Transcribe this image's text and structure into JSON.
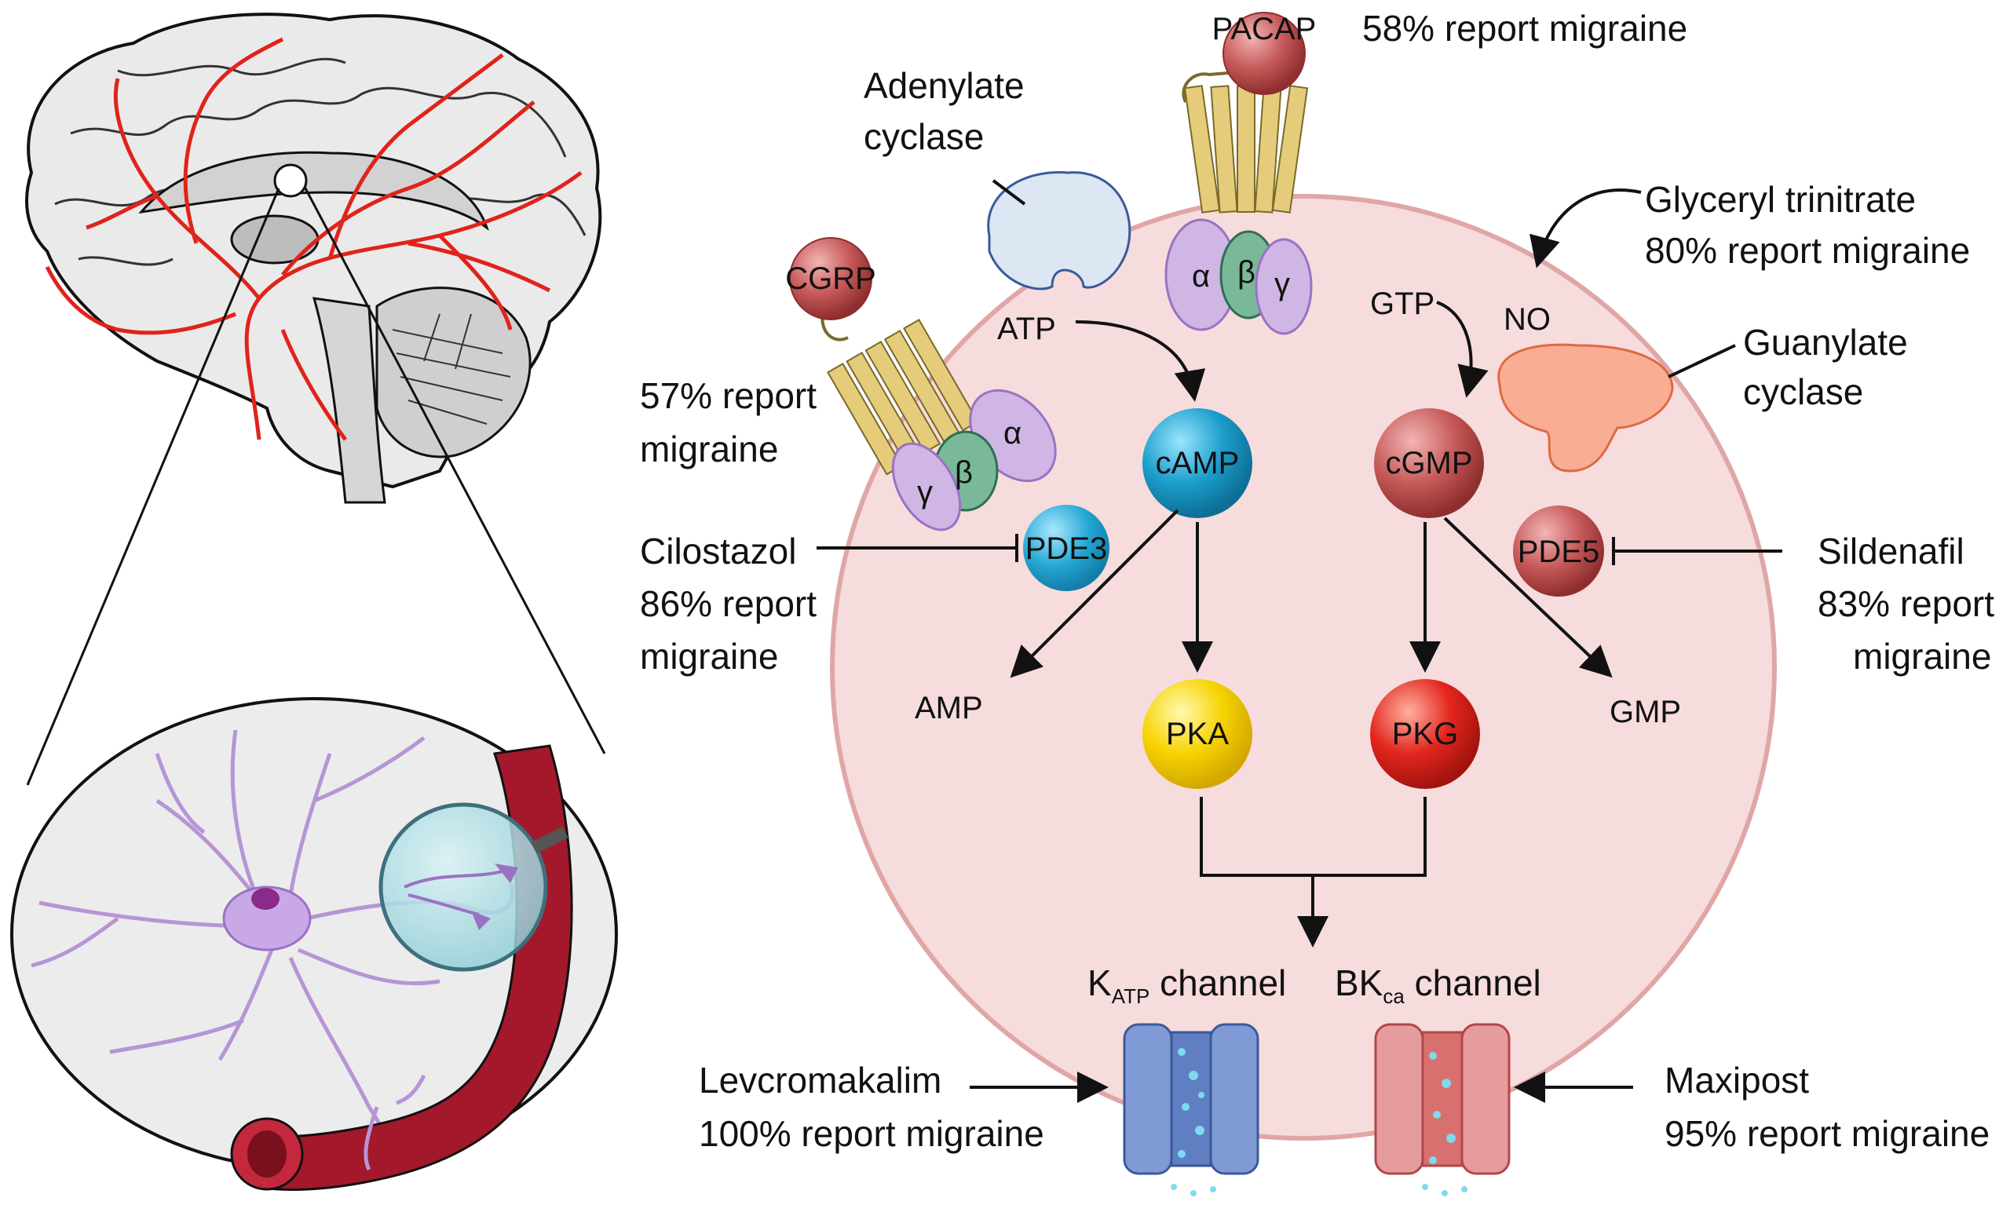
{
  "diagram": {
    "receptors": {
      "pacap": {
        "label": "PACAP",
        "report": "58% report migraine"
      },
      "cgrp": {
        "label": "CGRP",
        "report_line1": "57% report",
        "report_line2": "migraine"
      },
      "g_protein": {
        "alpha": "α",
        "beta": "β",
        "gamma": "γ"
      }
    },
    "enzymes": {
      "adenylate_cyclase": {
        "line1": "Adenylate",
        "line2": "cyclase"
      },
      "guanylate_cyclase": {
        "line1": "Guanylate",
        "line2": "cyclase"
      },
      "pde3": "PDE3",
      "pde5": "PDE5"
    },
    "molecules": {
      "atp": "ATP",
      "gtp": "GTP",
      "no": "NO",
      "camp": "cAMP",
      "cgmp": "cGMP",
      "amp": "AMP",
      "gmp": "GMP",
      "pka": "PKA",
      "pkg": "PKG"
    },
    "channels": {
      "katp": {
        "main": "K",
        "sub": "ATP",
        "suffix": " channel"
      },
      "bkca": {
        "main": "BK",
        "sub": "ca",
        "suffix": " channel"
      }
    },
    "drugs": {
      "gtn": {
        "line1": "Glyceryl trinitrate",
        "line2": "80% report migraine"
      },
      "cilostazol": {
        "line1": "Cilostazol",
        "line2": "86% report",
        "line3": "migraine"
      },
      "sildenafil": {
        "line1": "Sildenafil",
        "line2": "83% report",
        "line3": "migraine"
      },
      "levcromakalim": {
        "line1": "Levcromakalim",
        "line2": "100% report migraine"
      },
      "maxipost": {
        "line1": "Maxipost",
        "line2": "95% report migraine"
      }
    },
    "colors": {
      "cell": "#f6dcdc",
      "cell_border": "#e0a6a6",
      "vessel": "#a3182a",
      "artery": "#e0231b",
      "neuron": "#b695d6",
      "camp": "#1b9fcc",
      "cgmp": "#c75a5a",
      "pka": "#f7d300",
      "pkg": "#e3261e"
    }
  }
}
